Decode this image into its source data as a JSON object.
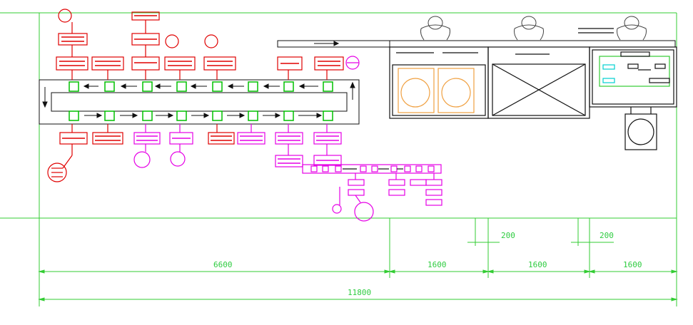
{
  "dimensions": {
    "overall": "11800",
    "segments": [
      "6600",
      "1600",
      "1600",
      "1600"
    ],
    "gaps": [
      "200",
      "200"
    ]
  },
  "colors": {
    "frame": "#33cc33",
    "red": "#e00000",
    "magenta": "#e600e6",
    "black": "#111111",
    "green_station": "#00c000",
    "orange": "#f0a040",
    "cyan": "#00d0d0"
  },
  "icons": [
    "operator-icon",
    "motor-icon",
    "station-box-icon",
    "conveyor-arrow-icon"
  ]
}
